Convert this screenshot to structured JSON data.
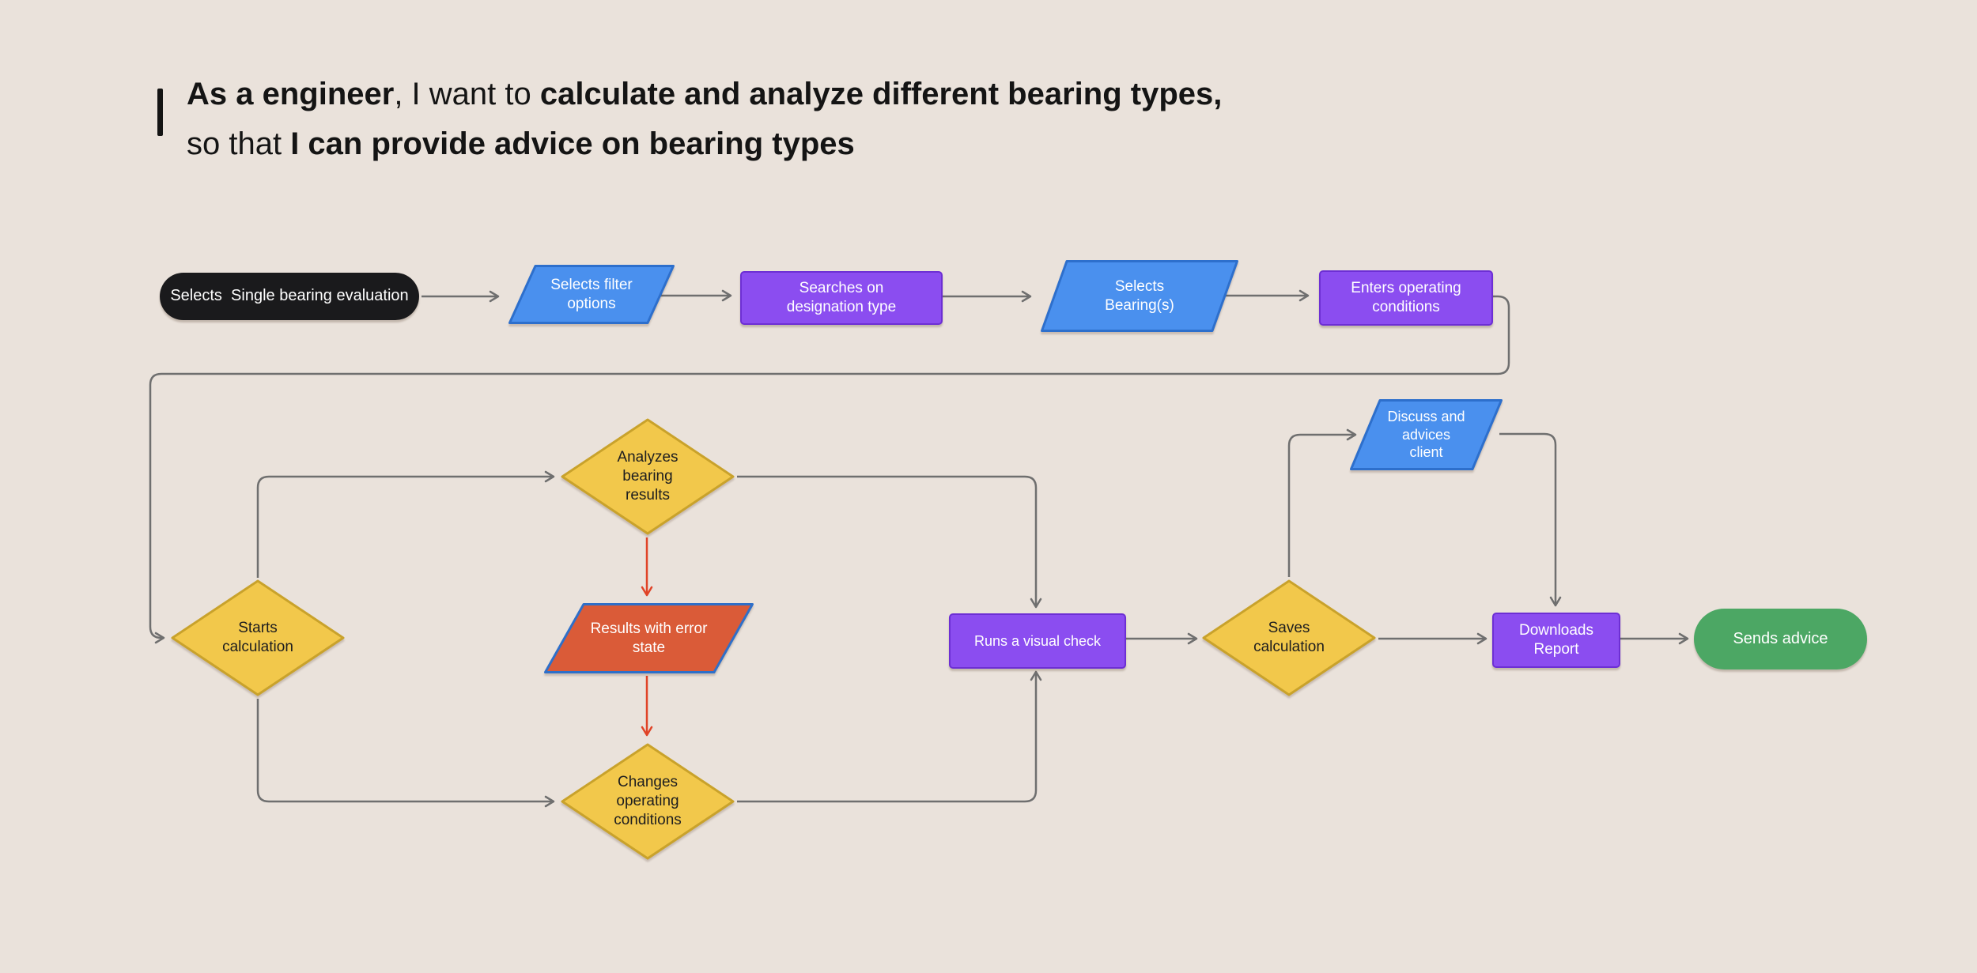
{
  "title": {
    "line1": [
      {
        "text": "As a engineer",
        "bold": true
      },
      {
        "text": ", I want to ",
        "bold": false
      },
      {
        "text": "calculate and analyze different bearing types,",
        "bold": true
      }
    ],
    "line2": [
      {
        "text": "so that ",
        "bold": false
      },
      {
        "text": "I can provide advice on bearing types",
        "bold": true
      }
    ]
  },
  "nodes": [
    {
      "id": "start",
      "type": "pill",
      "label": "Selects  Single bearing evaluation",
      "fill": "#1A1A1C",
      "text_color": "#FFFFFF"
    },
    {
      "id": "filter",
      "type": "parallelogram",
      "label": "Selects filter options",
      "fill": "#4A90EE",
      "stroke": "#2D6FCC",
      "text_color": "#FFFFFF"
    },
    {
      "id": "designation",
      "type": "rectangle",
      "label": "Searches on designation type",
      "fill": "#8B4DF0",
      "stroke": "#6D2FD4",
      "text_color": "#FFFFFF"
    },
    {
      "id": "bearings",
      "type": "parallelogram",
      "label": "Selects Bearing(s)",
      "fill": "#4A90EE",
      "stroke": "#2D6FCC",
      "text_color": "#FFFFFF"
    },
    {
      "id": "conditions",
      "type": "rectangle",
      "label": "Enters operating conditions",
      "fill": "#8B4DF0",
      "stroke": "#6D2FD4",
      "text_color": "#FFFFFF"
    },
    {
      "id": "analyzes",
      "type": "diamond",
      "label": "Analyzes bearing results",
      "fill": "#F2C84B",
      "stroke": "#C9A22B",
      "text_color": "#1D1D1F"
    },
    {
      "id": "starts",
      "type": "diamond",
      "label": "Starts calculation",
      "fill": "#F2C84B",
      "stroke": "#C9A22B",
      "text_color": "#1D1D1F"
    },
    {
      "id": "error",
      "type": "parallelogram",
      "label": "Results with error state",
      "fill": "#DA5B38",
      "stroke": "#2E6FC9",
      "text_color": "#FFFFFF"
    },
    {
      "id": "changes",
      "type": "diamond",
      "label": "Changes operating conditions",
      "fill": "#F2C84B",
      "stroke": "#C9A22B",
      "text_color": "#1D1D1F"
    },
    {
      "id": "runs",
      "type": "rectangle",
      "label": "Runs a visual check",
      "fill": "#8B4DF0",
      "stroke": "#6D2FD4",
      "text_color": "#FFFFFF"
    },
    {
      "id": "saves",
      "type": "diamond",
      "label": "Saves calculation",
      "fill": "#F2C84B",
      "stroke": "#C9A22B",
      "text_color": "#1D1D1F"
    },
    {
      "id": "discuss",
      "type": "parallelogram",
      "label": "Discuss and advices client",
      "fill": "#4A90EE",
      "stroke": "#2D6FCC",
      "text_color": "#FFFFFF"
    },
    {
      "id": "downloads",
      "type": "rectangle",
      "label": "Downloads Report",
      "fill": "#8B4DF0",
      "stroke": "#6D2FD4",
      "text_color": "#FFFFFF"
    },
    {
      "id": "sends",
      "type": "pill",
      "label": "Sends advice",
      "fill": "#4CA764",
      "text_color": "#FFFFFF"
    }
  ],
  "edges": [
    {
      "from": "start",
      "to": "filter",
      "color": "gray"
    },
    {
      "from": "filter",
      "to": "designation",
      "color": "gray"
    },
    {
      "from": "designation",
      "to": "bearings",
      "color": "gray"
    },
    {
      "from": "bearings",
      "to": "conditions",
      "color": "gray"
    },
    {
      "from": "conditions",
      "to": "starts",
      "color": "gray"
    },
    {
      "from": "starts",
      "to": "analyzes",
      "color": "gray"
    },
    {
      "from": "analyzes",
      "to": "runs",
      "color": "gray"
    },
    {
      "from": "analyzes",
      "to": "error",
      "color": "red"
    },
    {
      "from": "error",
      "to": "changes",
      "color": "red"
    },
    {
      "from": "starts",
      "to": "changes",
      "color": "gray"
    },
    {
      "from": "changes",
      "to": "runs",
      "color": "gray"
    },
    {
      "from": "runs",
      "to": "saves",
      "color": "gray"
    },
    {
      "from": "saves",
      "to": "discuss",
      "color": "gray"
    },
    {
      "from": "discuss",
      "to": "downloads",
      "color": "gray"
    },
    {
      "from": "saves",
      "to": "downloads",
      "color": "gray"
    },
    {
      "from": "downloads",
      "to": "sends",
      "color": "gray"
    }
  ],
  "colors": {
    "background": "#EAE2DB",
    "connector": "#6F6F6F",
    "error_connector": "#E04327",
    "blue_fill": "#4A90EE",
    "blue_stroke": "#2D6FCC",
    "purple_fill": "#8B4DF0",
    "purple_stroke": "#6D2FD4",
    "yellow_fill": "#F2C84B",
    "yellow_stroke": "#C9A22B",
    "red_fill": "#DA5B38",
    "red_stroke": "#2E6FC9",
    "green_fill": "#4CA764",
    "black_fill": "#1A1A1C",
    "title_color": "#141414"
  }
}
